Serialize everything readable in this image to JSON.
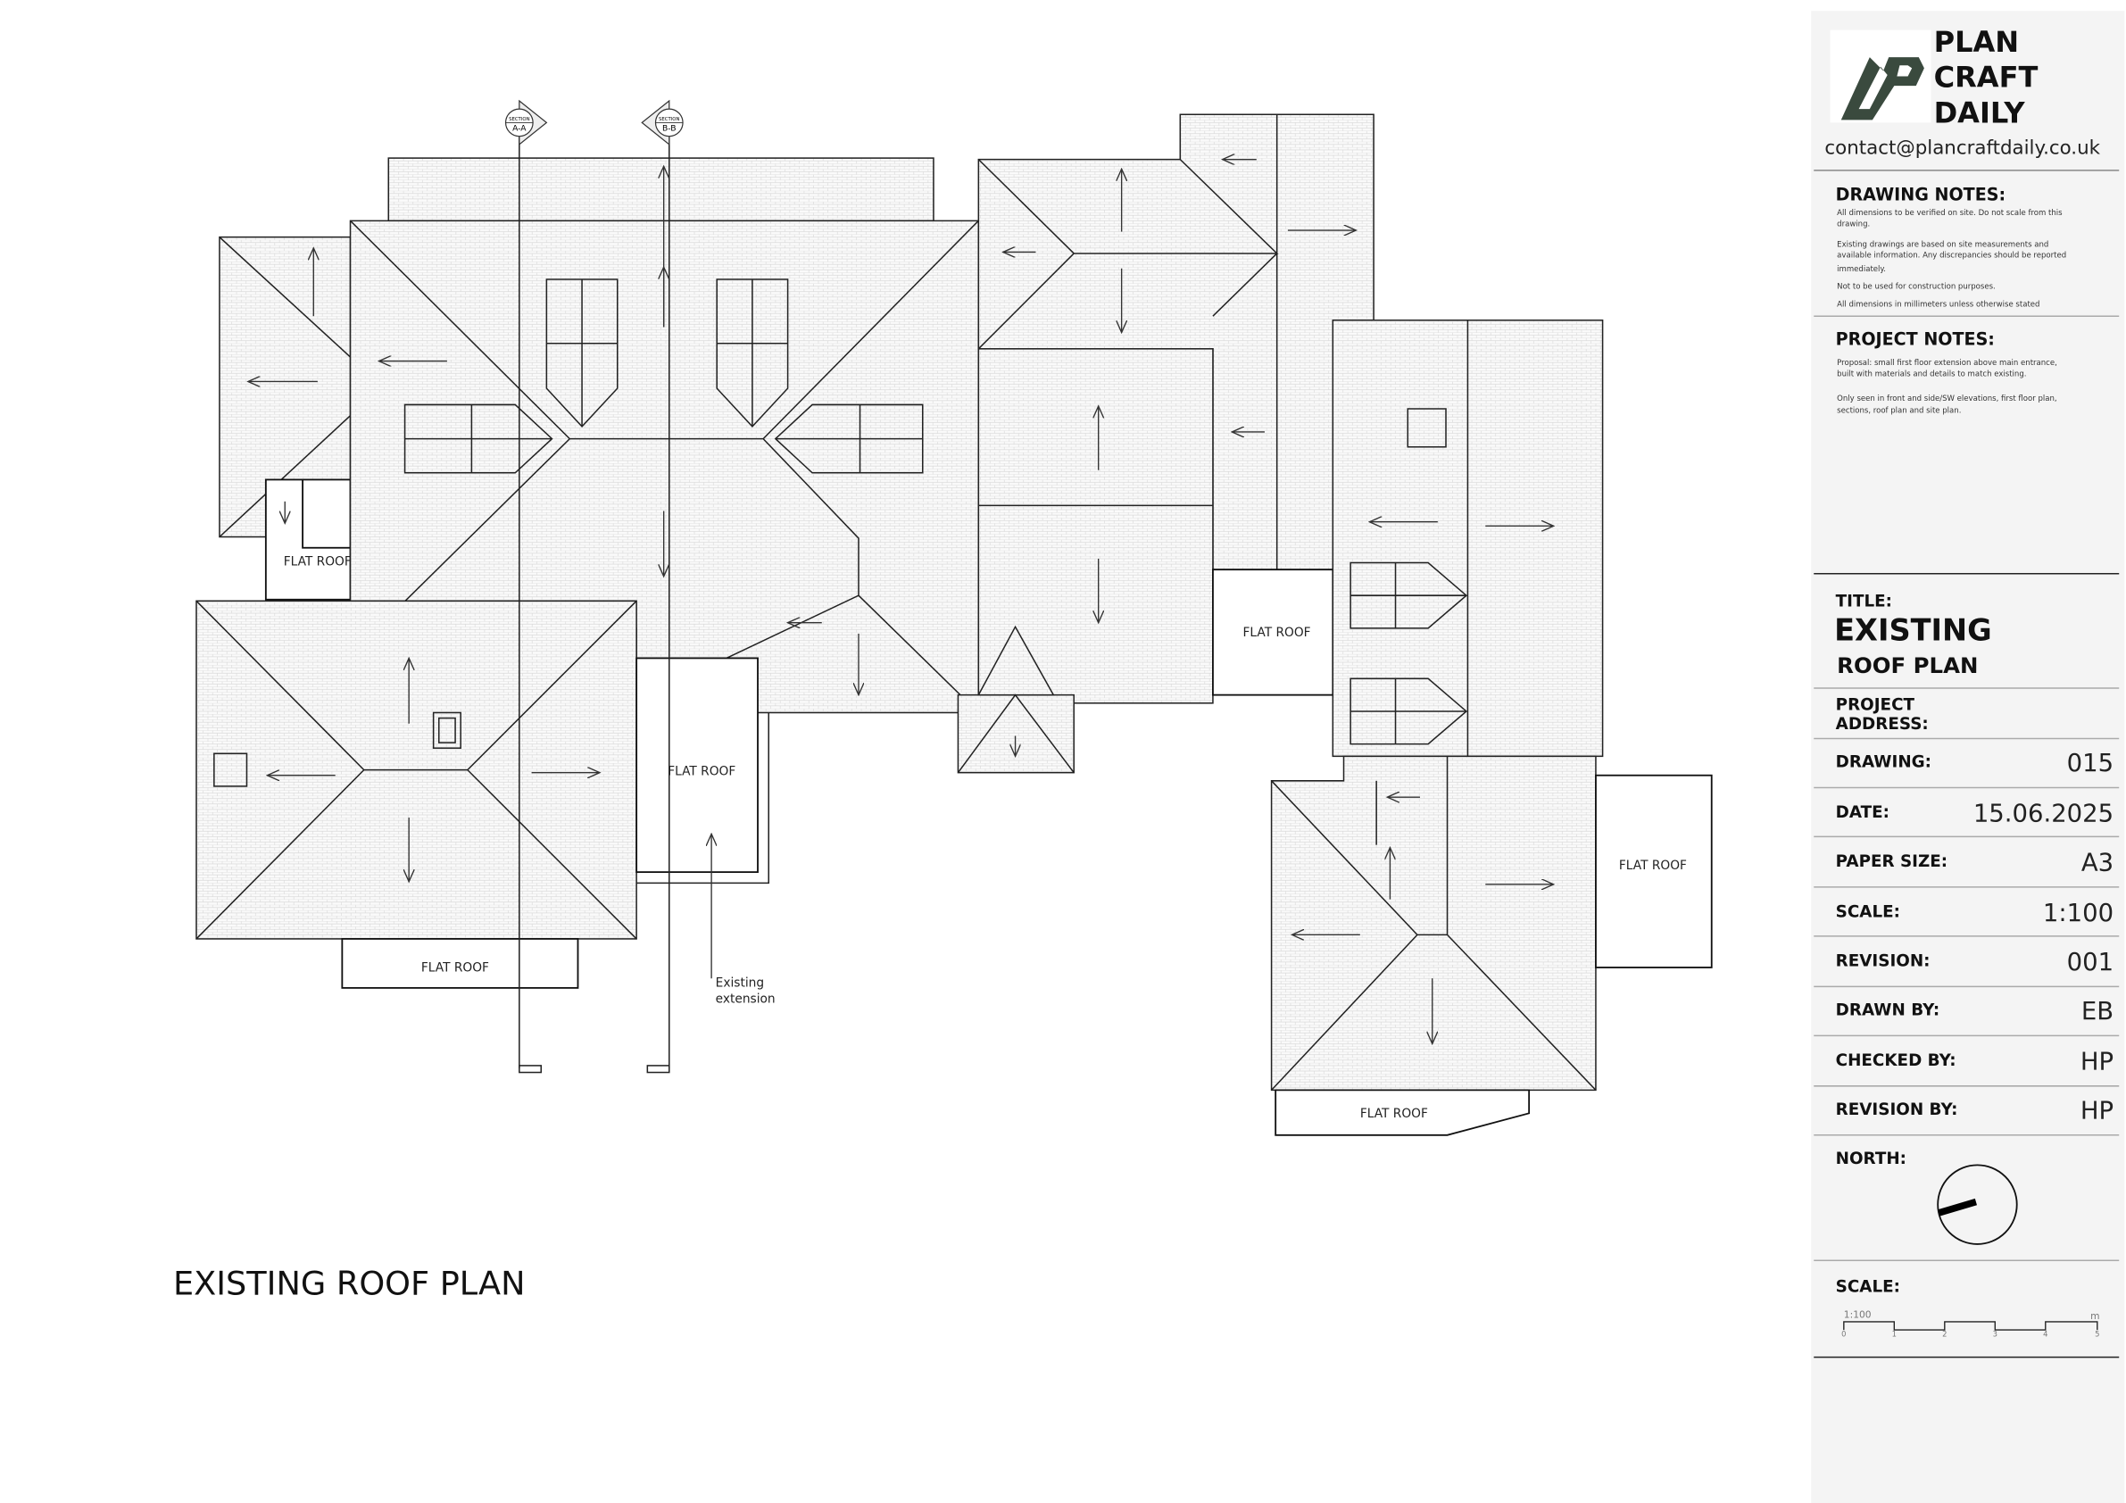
{
  "drawing": {
    "title": "EXISTING ROOF PLAN",
    "labels": {
      "flat_roof": "FLAT ROOF",
      "existing_extension": [
        "Existing",
        "extension"
      ]
    },
    "sections": [
      {
        "top": "SECTION",
        "id": "A-A"
      },
      {
        "top": "SECTION",
        "id": "B-B"
      }
    ]
  },
  "title_block": {
    "logo_text": [
      "PLAN",
      "CRAFT",
      "DAILY"
    ],
    "brand_color": "#3a4a3e",
    "contact": "contact@plancraftdaily.co.uk",
    "drawing_notes": {
      "heading": "DRAWING NOTES:",
      "lines": [
        "All dimensions to be verified on site. Do not scale from this",
        "drawing.",
        "Existing drawings are based on site measurements and",
        "available information. Any discrepancies should be reported",
        "immediately.",
        "Not to be used for construction purposes.",
        "All dimensions in millimeters unless otherwise stated"
      ]
    },
    "project_notes": {
      "heading": "PROJECT NOTES:",
      "lines": [
        "Proposal: small first floor extension above main entrance,",
        "built with materials and details to match existing.",
        "Only seen in front and side/SW elevations, first floor plan,",
        "sections, roof plan and site plan."
      ]
    },
    "title_label": "TITLE:",
    "title_line1": "EXISTING",
    "title_line2": "ROOF PLAN",
    "project_address_label": [
      "PROJECT",
      "ADDRESS:"
    ],
    "fields": [
      {
        "label": "DRAWING:",
        "value": "015"
      },
      {
        "label": "DATE:",
        "value": "15.06.2025"
      },
      {
        "label": "PAPER SIZE:",
        "value": "A3"
      },
      {
        "label": "SCALE:",
        "value": "1:100"
      },
      {
        "label": "REVISION:",
        "value": "001"
      },
      {
        "label": "DRAWN BY:",
        "value": "EB"
      },
      {
        "label": "CHECKED BY:",
        "value": "HP"
      },
      {
        "label": "REVISION BY:",
        "value": "HP"
      }
    ],
    "north_label": "NORTH:",
    "scale_label": "SCALE:",
    "scale_bar": {
      "ratio": "1:100",
      "unit": "m",
      "ticks": [
        "0",
        "1",
        "2",
        "3",
        "4",
        "5"
      ]
    }
  }
}
